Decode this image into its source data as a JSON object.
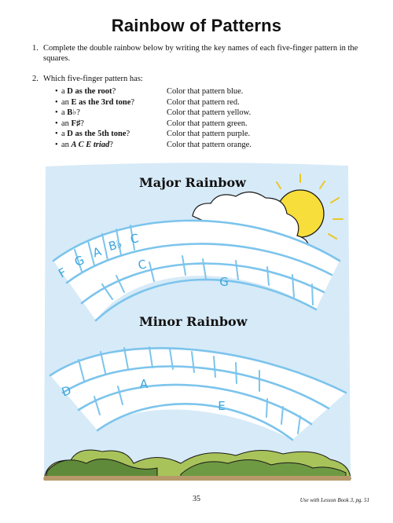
{
  "title": "Rainbow of Patterns",
  "question1": {
    "num": "1.",
    "text": "Complete the double rainbow below by writing the key names of each five-finger pattern in the squares."
  },
  "question2": {
    "num": "2.",
    "text": "Which five-finger pattern has:"
  },
  "clues": [
    {
      "pre": "a ",
      "em": "D as the root",
      "post": "?",
      "action": "Color that pattern blue."
    },
    {
      "pre": "an ",
      "em": "E as the 3rd tone",
      "post": "?",
      "action": "Color that pattern red."
    },
    {
      "pre": "a ",
      "em": "B♭",
      "post": "?",
      "action": "Color that pattern yellow."
    },
    {
      "pre": "an ",
      "em": "F♯",
      "post": "?",
      "action": "Color that pattern green."
    },
    {
      "pre": "a ",
      "em": "D as the 5th tone",
      "post": "?",
      "action": "Color that pattern purple."
    },
    {
      "pre": "an ",
      "em": "A C E triad",
      "post": "?",
      "action": "Color that pattern orange."
    }
  ],
  "major_rainbow": {
    "title": "Major Rainbow",
    "letters": [
      "F",
      "G",
      "A",
      "B♭",
      "C",
      "C",
      "G"
    ]
  },
  "minor_rainbow": {
    "title": "Minor Rainbow",
    "letters": [
      "D",
      "A",
      "E"
    ]
  },
  "footer": {
    "page": "35",
    "reference": "Use with Lesson Book 3, pg. 51"
  },
  "colors": {
    "sky": "#d7eaf8",
    "rainbow_line": "#7cc4ec",
    "sun": "#f8de3a",
    "tree_dark": "#5f8a3a",
    "tree_light": "#a8c35a"
  }
}
